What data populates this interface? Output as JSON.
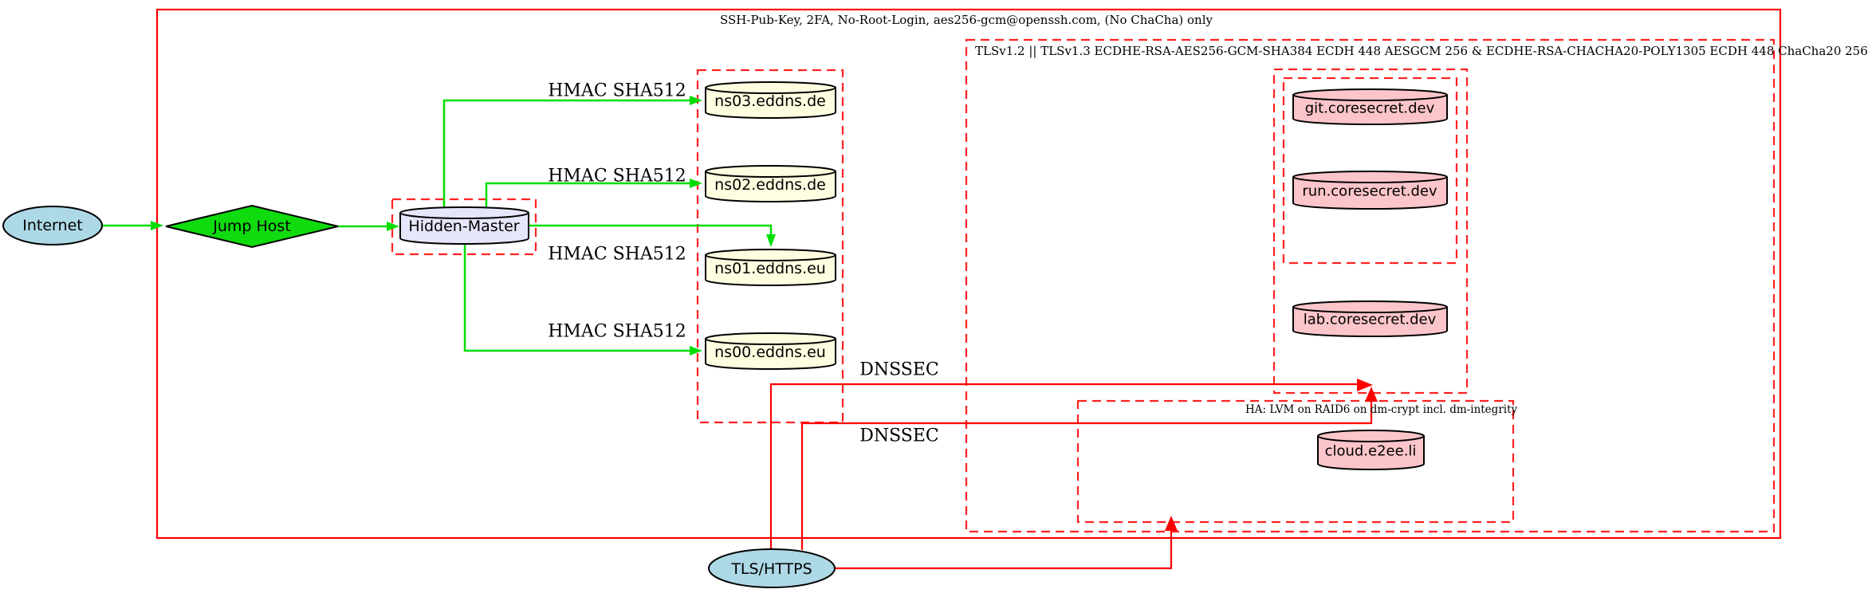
{
  "diagram": {
    "type": "network-security-topology"
  },
  "clusters": {
    "ssh": {
      "label": "SSH-Pub-Key, 2FA, No-Root-Login, aes256-gcm@openssh.com, (No ChaCha) only"
    },
    "tls": {
      "label": "TLSv1.2 || TLSv1.3 ECDHE-RSA-AES256-GCM-SHA384 ECDH 448 AESGCM 256 & ECDHE-RSA-CHACHA20-POLY1305 ECDH 448 ChaCha20 256"
    },
    "ha": {
      "label": "HA: LVM on RAID6 on dm-crypt incl. dm-integrity"
    }
  },
  "nodes": {
    "internet": "Internet",
    "jump_host": "Jump Host",
    "hidden_master": "Hidden-Master",
    "ns03": "ns03.eddns.de",
    "ns02": "ns02.eddns.de",
    "ns01": "ns01.eddns.eu",
    "ns00": "ns00.eddns.eu",
    "git": "git.coresecret.dev",
    "run": "run.coresecret.dev",
    "lab": "lab.coresecret.dev",
    "cloud": "cloud.e2ee.li",
    "tls_https": "TLS/HTTPS"
  },
  "edge_labels": {
    "hmac_ns03": "HMAC SHA512",
    "hmac_ns02": "HMAC SHA512",
    "hmac_ns01": "HMAC SHA512",
    "hmac_ns00": "HMAC SHA512",
    "dnssec_1": "DNSSEC",
    "dnssec_2": "DNSSEC"
  },
  "colors": {
    "cluster_border": "#ff0000",
    "edge_secure": "#00dd00",
    "edge_tls": "#ff0000",
    "node_internet": "#add8e6",
    "node_jump_host": "#0fdb0f",
    "node_master": "#e6e6fa",
    "node_dns": "#fffee0",
    "node_server": "#fbc5c9",
    "node_border": "#000000"
  }
}
